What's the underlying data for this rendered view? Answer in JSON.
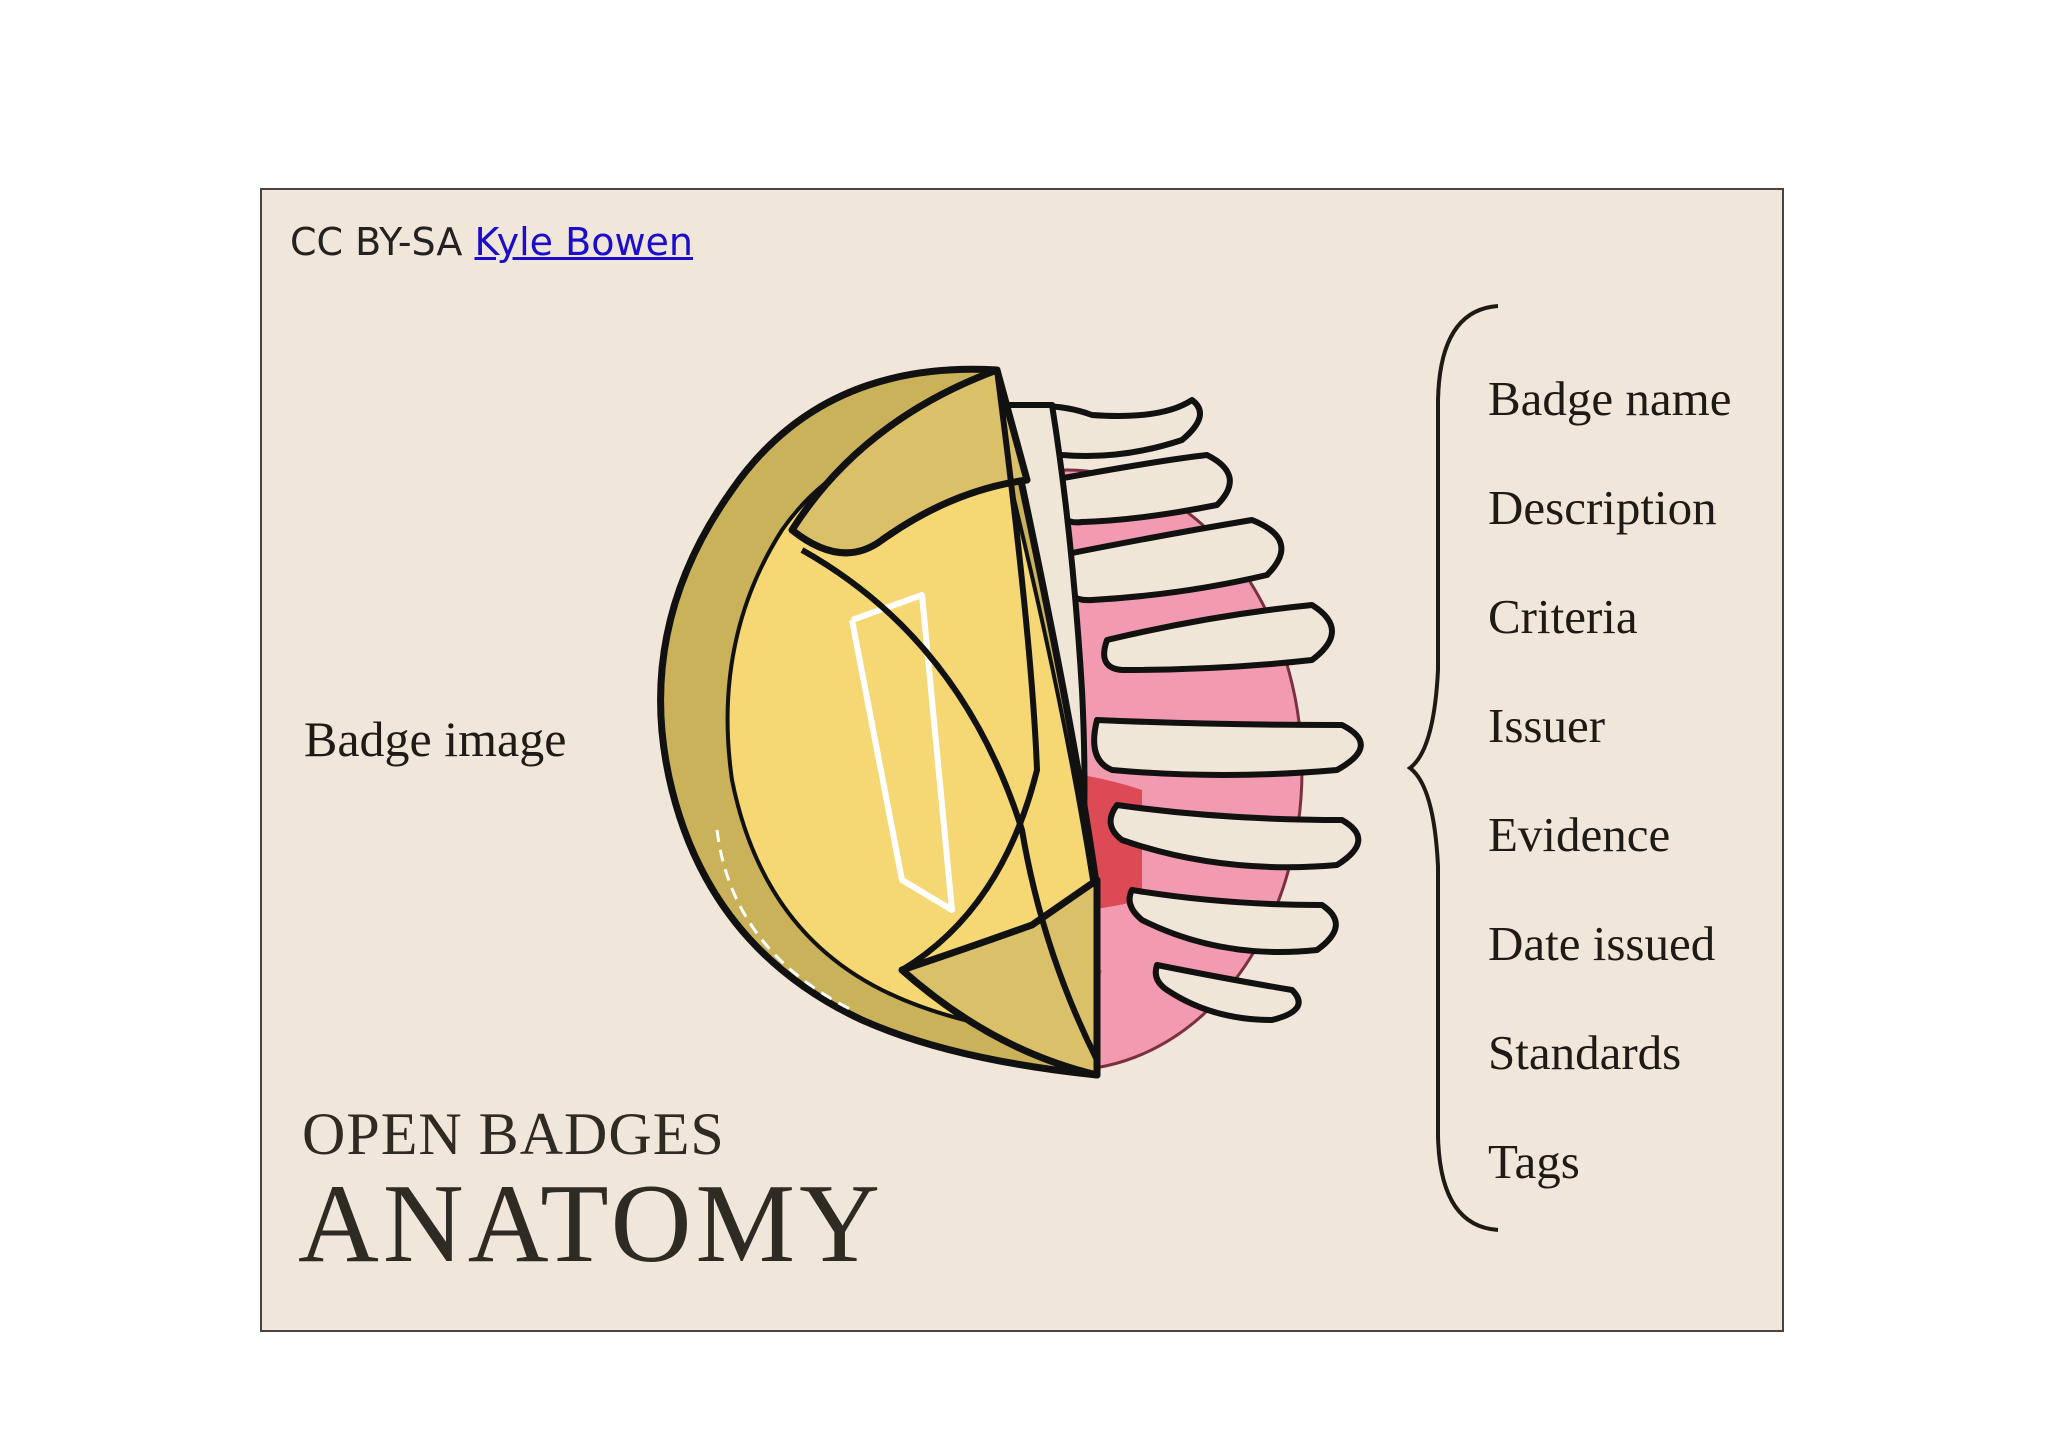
{
  "credit": {
    "license": "CC BY-SA",
    "author": "Kyle Bowen"
  },
  "left_label": "Badge image",
  "parts": [
    "Badge name",
    "Description",
    "Criteria",
    "Issuer",
    "Evidence",
    "Date issued",
    "Standards",
    "Tags"
  ],
  "title": {
    "line1": "OPEN BADGES",
    "line2": "ANATOMY"
  },
  "colors": {
    "background": "#f1e6da",
    "badge_gold": "#f5d774",
    "badge_rim": "#c9b25a",
    "ribs": "#efe6d8",
    "organ_pink": "#f29ab0",
    "organ_red": "#d83c45",
    "vessel_blue": "#2660c8",
    "link": "#1a0dcc"
  }
}
